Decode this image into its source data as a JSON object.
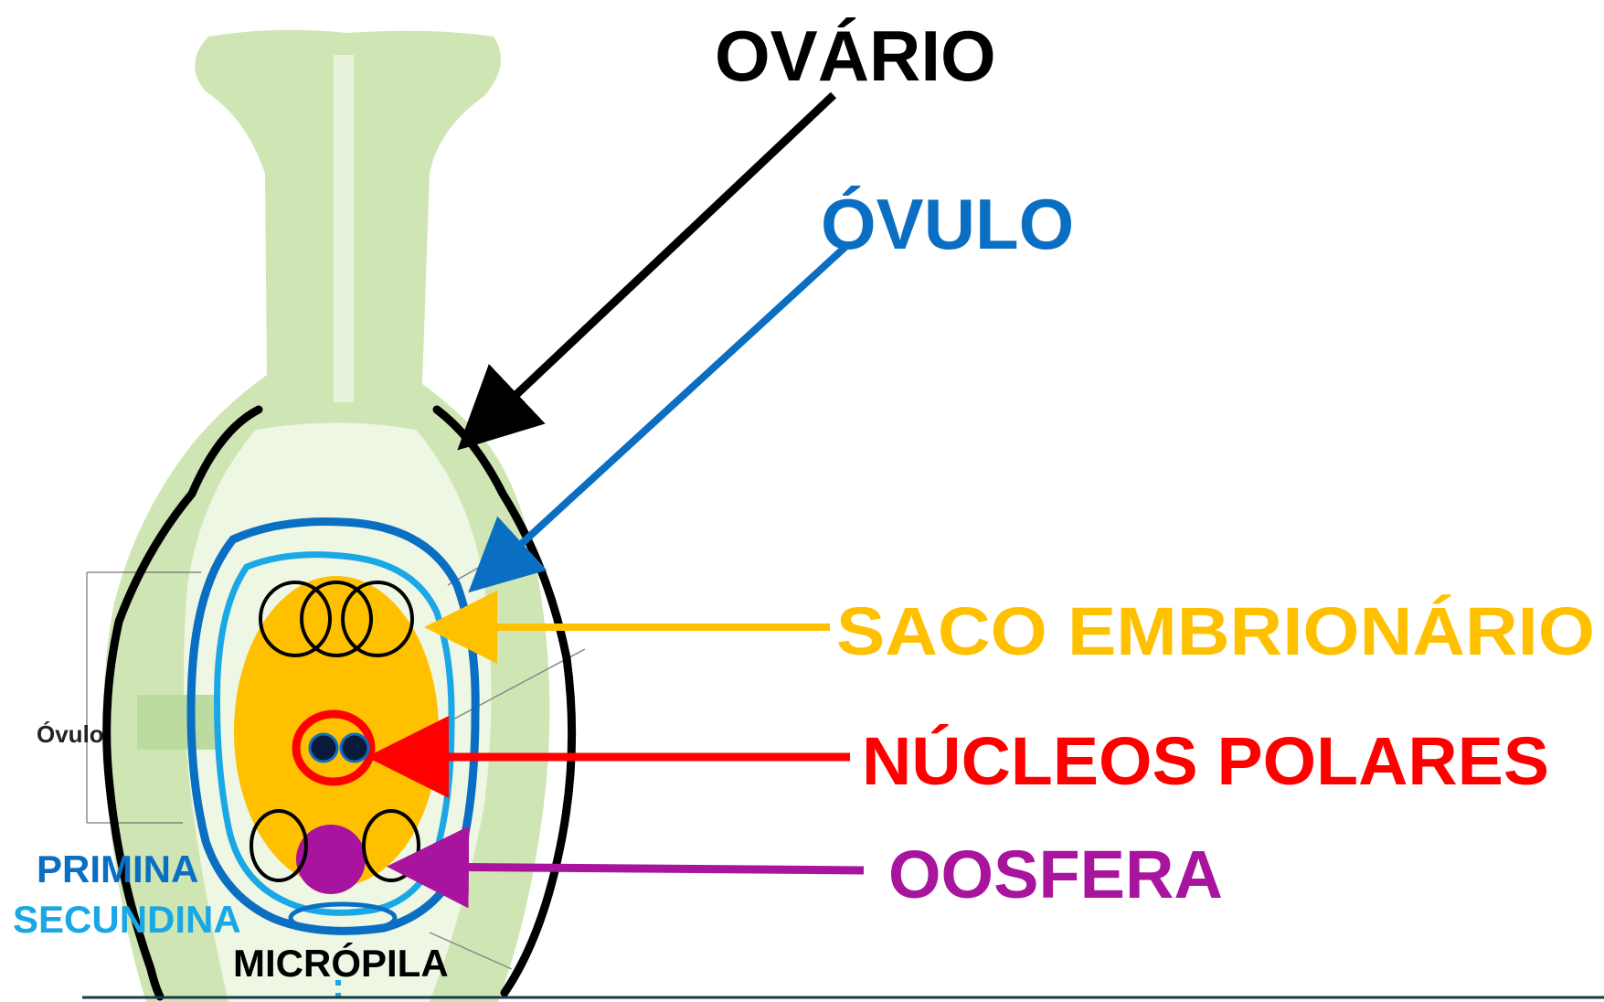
{
  "labels": {
    "ovario": "OVÁRIO",
    "ovulo": "ÓVULO",
    "saco_embrionario": "SACO EMBRIONÁRIO",
    "nucleos_polares": "NÚCLEOS POLARES",
    "oosfera": "OOSFERA",
    "primina": "PRIMINA",
    "secundina": "SECUNDINA",
    "micropila": "MICRÓPILA",
    "background_ovulo": "Óvulo"
  },
  "colors": {
    "ovario": "#000000",
    "ovulo": "#0a6fc2",
    "saco_embrionario": "#ffc000",
    "nucleos_polares": "#ff0000",
    "oosfera": "#a8149e",
    "primina": "#0a6fc2",
    "secundina": "#1aa7e6",
    "tissue": "#cfe6b4",
    "tissue_dark": "#bcdba0"
  }
}
